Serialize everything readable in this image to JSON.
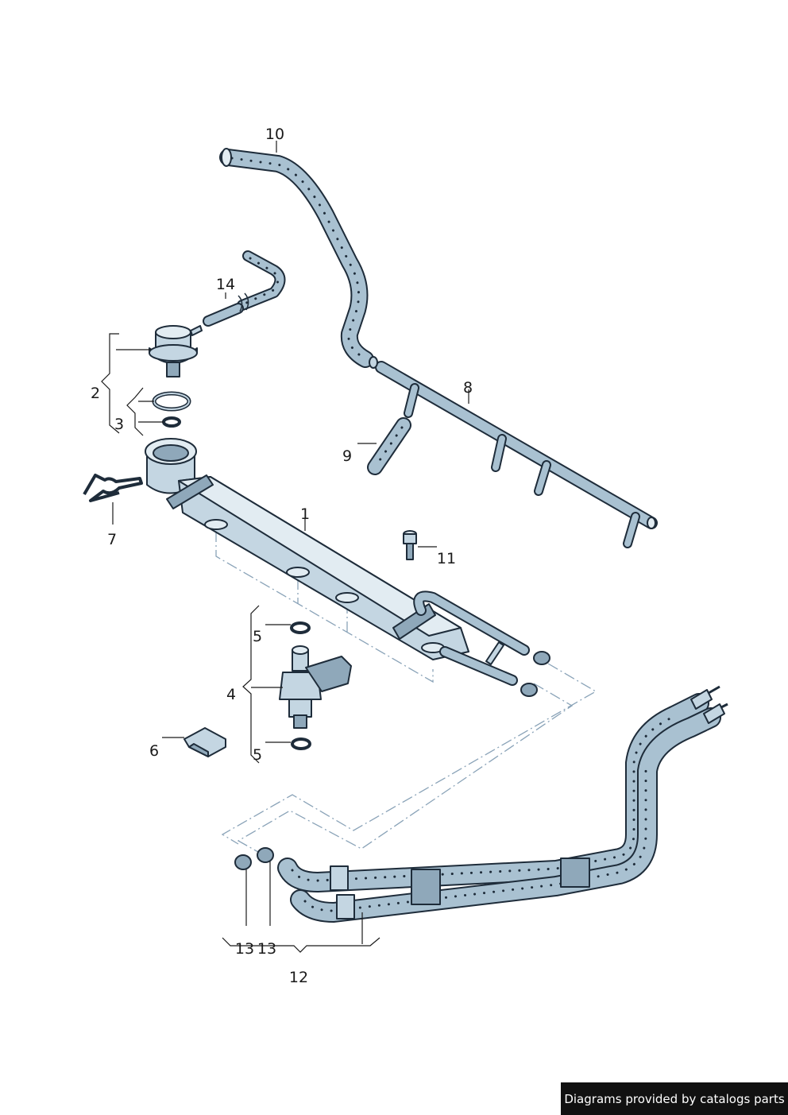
{
  "callouts": {
    "c1": "1",
    "c2": "2",
    "c3": "3",
    "c4": "4",
    "c5a": "5",
    "c5b": "5",
    "c6": "6",
    "c7": "7",
    "c8": "8",
    "c9": "9",
    "c10": "10",
    "c11": "11",
    "c12": "12",
    "c13a": "13",
    "c13b": "13",
    "c14": "14"
  },
  "footer": {
    "text": "Diagrams provided by catalogs parts"
  },
  "colors": {
    "outline": "#1e2c3a",
    "fill": "#c4d6e2",
    "fill_dark": "#8fa8ba",
    "dash_line": "#8aa3b8",
    "footer_bg": "#111111",
    "footer_text": "#ffffff"
  }
}
